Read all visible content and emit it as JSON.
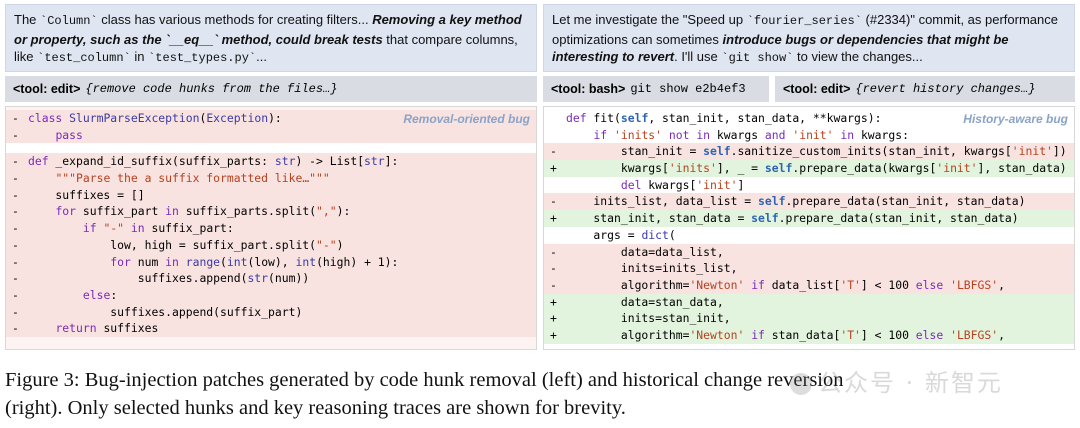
{
  "left": {
    "reasoning": {
      "p1": "The ",
      "c1": "`Column`",
      "p2": " class has various methods for creating filters... ",
      "b1": "Removing a key method or property, such as the `__eq__` method, could break tests",
      "p3": " that compare columns, like ",
      "c2": "`test_column`",
      "p4": " in ",
      "c3": "`test_types.py`",
      "p5": "..."
    },
    "tools": [
      {
        "name": "<tool: edit>",
        "args": "{remove code hunks from the files…}"
      }
    ],
    "tag": "Removal-oriented bug"
  },
  "right": {
    "reasoning": {
      "p1": "Let me investigate the \"Speed up ",
      "c1": "`fourier_series`",
      "p2": " (#2334)\" commit, as performance optimizations can sometimes ",
      "b1": "introduce bugs or dependencies that might be interesting to revert",
      "p3": ". I'll use ",
      "c2": "`git show`",
      "p4": " to view the changes..."
    },
    "tools": [
      {
        "name": "<tool: bash>",
        "args": "git show e2b4ef3"
      },
      {
        "name": "<tool: edit>",
        "args": "{revert history changes…}"
      }
    ],
    "tag": "History-aware bug"
  },
  "caption": {
    "line1": "Figure 3: Bug-injection patches generated by code hunk removal (left) and historical change reversion",
    "line2": "(right). Only selected hunks and key reasoning traces are shown for brevity."
  },
  "watermark": "公众号 · 新智元"
}
